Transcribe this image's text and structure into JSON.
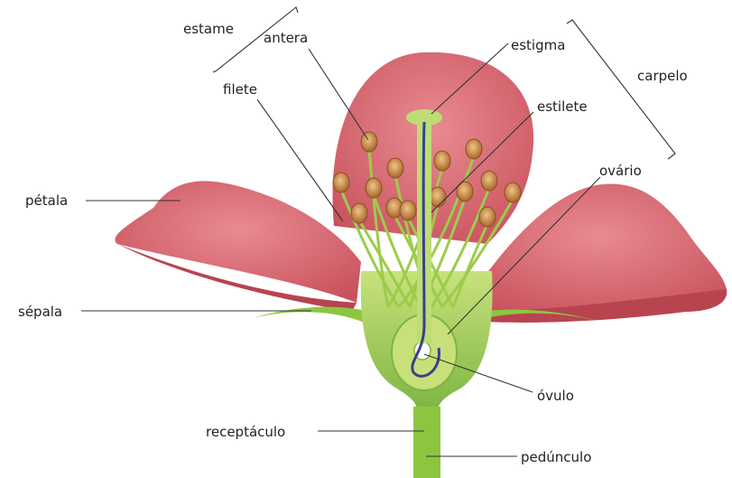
{
  "labels": {
    "estame": "estame",
    "antera": "antera",
    "filete": "filete",
    "estigma": "estigma",
    "estilete": "estilete",
    "carpelo": "carpelo",
    "ovario": "ovário",
    "petala": "pétala",
    "sepala": "sépala",
    "ovulo": "óvulo",
    "receptaculo": "receptáculo",
    "pedunculo": "pedúnculo"
  },
  "colors": {
    "petal": "#d9676f",
    "petal_dark": "#b94550",
    "green": "#8cc63f",
    "green_light": "#c8e07a",
    "anther": "#c98a3c",
    "style_line": "#3b3f8f"
  }
}
